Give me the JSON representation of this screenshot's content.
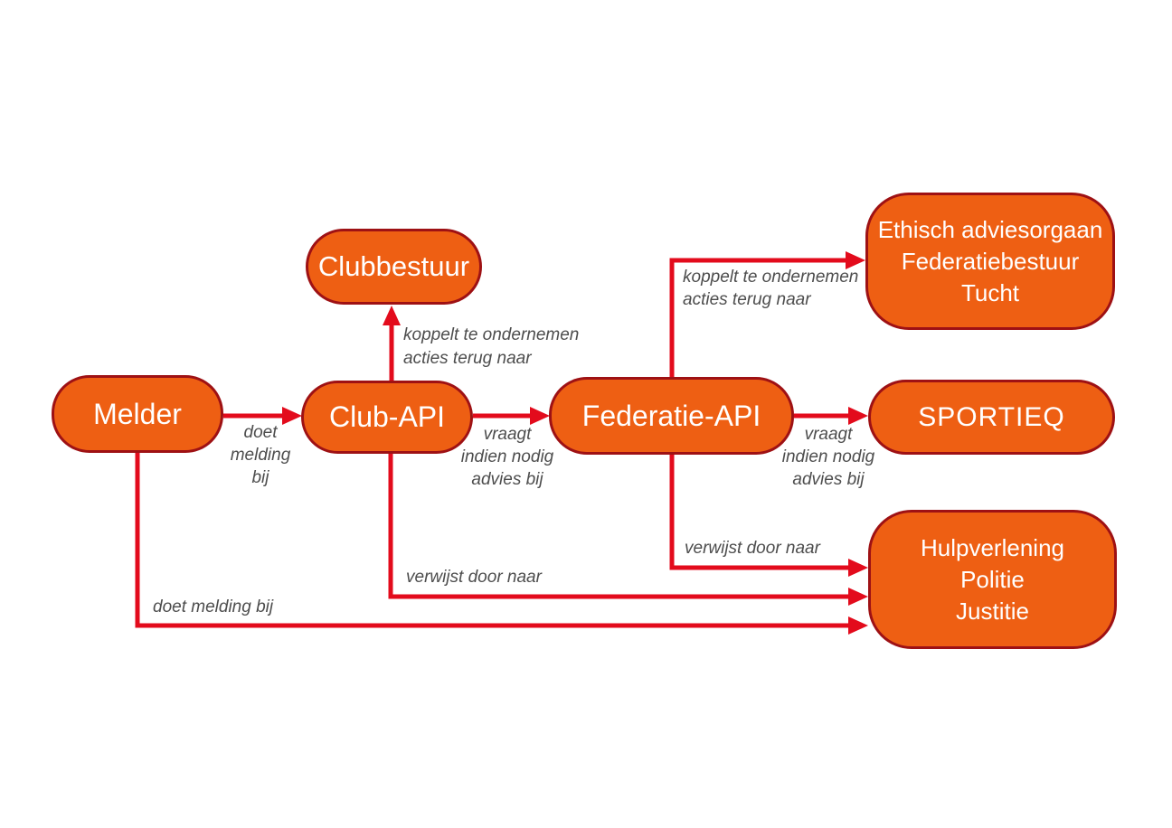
{
  "colors": {
    "background": "#FFFFFF",
    "node_fill": "#EE5F13",
    "node_border": "#9E1114",
    "node_text": "#FFFFFF",
    "arrow": "#E30B1C",
    "label_text": "#4D4D4D"
  },
  "nodes": {
    "melder": {
      "label": "Melder"
    },
    "clubbestuur": {
      "label": "Clubbestuur"
    },
    "club_api": {
      "label": "Club-API"
    },
    "federatie_api": {
      "label": "Federatie-API"
    },
    "ethisch": {
      "label": "Ethisch adviesorgaan\nFederatiebestuur\nTucht"
    },
    "sportieq": {
      "label": "SPORTIEQ"
    },
    "hulpverlening": {
      "label": "Hulpverlening\nPolitie\nJustitie"
    }
  },
  "edges": {
    "melder_club_api": {
      "from": "Melder",
      "to": "Club-API",
      "label": "doet\nmelding\nbij"
    },
    "club_api_clubbestuur": {
      "from": "Club-API",
      "to": "Clubbestuur",
      "label": "koppelt te ondernemen\nacties terug naar"
    },
    "club_api_federatie_api": {
      "from": "Club-API",
      "to": "Federatie-API",
      "label": "vraagt\nindien nodig\nadvies bij"
    },
    "federatie_api_ethisch": {
      "from": "Federatie-API",
      "to": "Ethisch adviesorgaan Federatiebestuur Tucht",
      "label": "koppelt te ondernemen\nacties terug naar"
    },
    "federatie_api_sportieq": {
      "from": "Federatie-API",
      "to": "SPORTIEQ",
      "label": "vraagt\nindien nodig\nadvies bij"
    },
    "federatie_api_hulpverlening": {
      "from": "Federatie-API",
      "to": "Hulpverlening Politie Justitie",
      "label": "verwijst door naar"
    },
    "club_api_hulpverlening": {
      "from": "Club-API",
      "to": "Hulpverlening Politie Justitie",
      "label": "verwijst door naar"
    },
    "melder_hulpverlening": {
      "from": "Melder",
      "to": "Hulpverlening Politie Justitie",
      "label": "doet melding bij"
    }
  }
}
